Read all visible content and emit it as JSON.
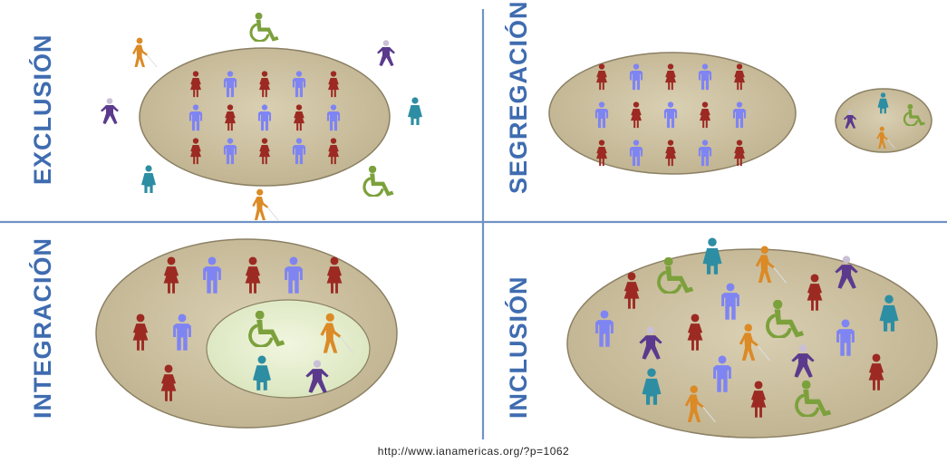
{
  "quadrants": {
    "exclusion": {
      "title": "EXCLUSIÓN"
    },
    "segregation": {
      "title": "SEGREGACIÓN"
    },
    "integration": {
      "title": "INTEGRACIÓN"
    },
    "inclusion": {
      "title": "INCLUSIÓN"
    }
  },
  "source_url": "http://www.ianamericas.org/?p=1062",
  "colors": {
    "divider": "#6f93c4",
    "label": "#3f6cb0",
    "outer_ellipse": "#c9bc9b",
    "outer_ellipse_stroke": "#8b8064",
    "inner_ellipse": "#e6efcf",
    "woman": "#9c2a22",
    "man": "#7f84f3",
    "wheelchair": "#7ca13c",
    "blind_person": "#db8a26",
    "person_with_cane": "#5b3a8e",
    "teal_person": "#2d8ea3"
  },
  "icons": [
    "woman-icon",
    "man-icon",
    "wheelchair-icon",
    "blind-person-icon",
    "cane-person-icon",
    "teal-person-icon"
  ]
}
